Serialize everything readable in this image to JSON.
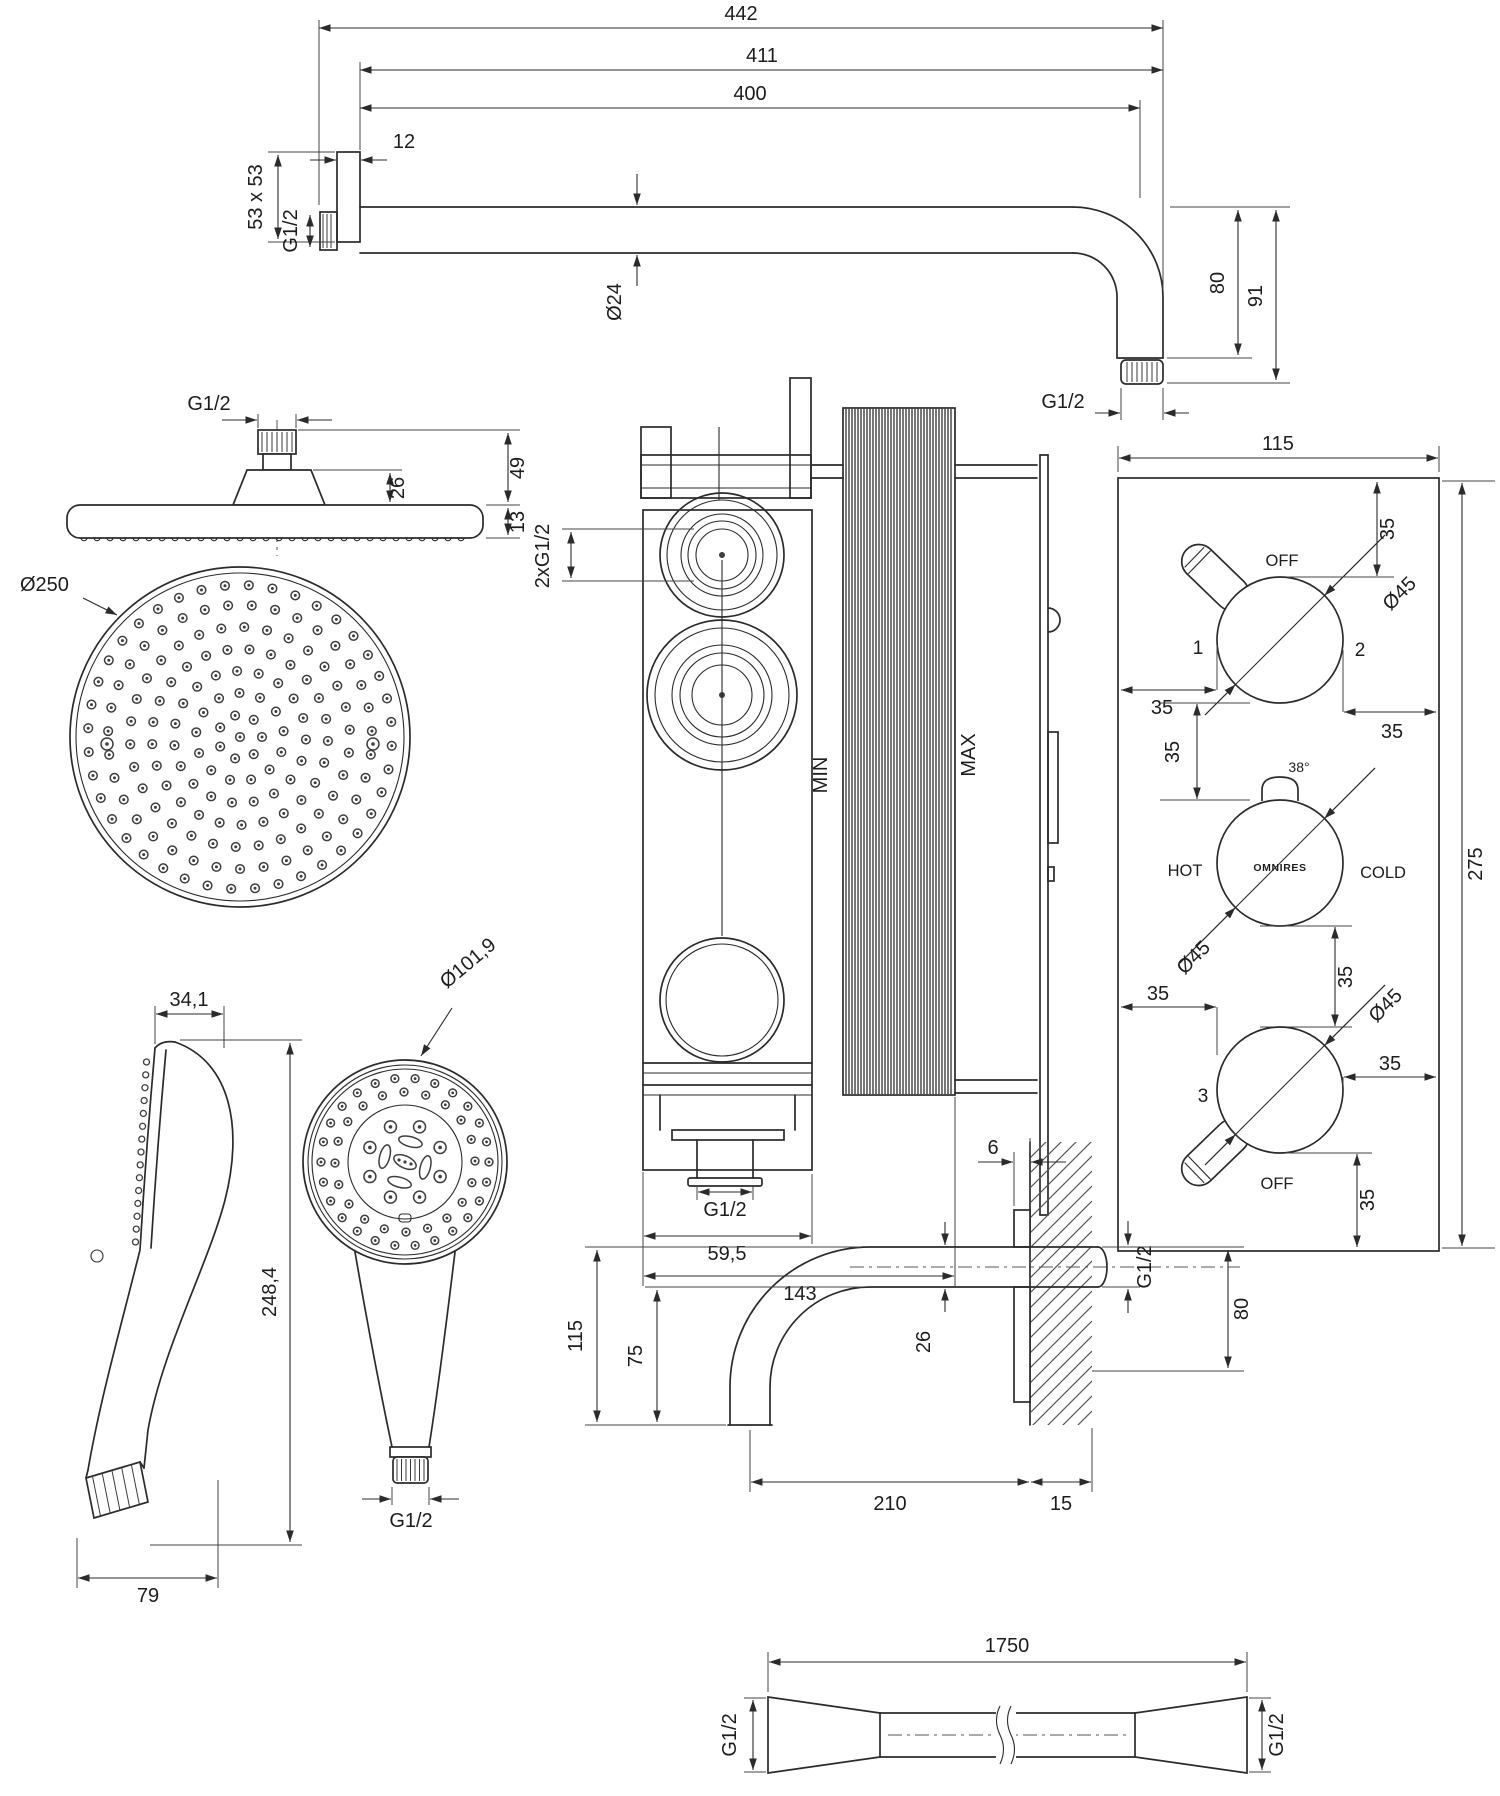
{
  "labels": {
    "arm": {
      "total": "442",
      "upper": "411",
      "len": "400",
      "thk": "12",
      "plate": "53 x 53",
      "inlet": "G1/2",
      "dia": "Ø24",
      "h1": "80",
      "h2": "91",
      "outlet": "G1/2"
    },
    "head_side": {
      "thread": "G1/2",
      "height": "49",
      "cone": "26",
      "disc": "13"
    },
    "head_top": {
      "dia": "Ø250"
    },
    "mixer": {
      "ports": "2xG1/2",
      "min": "MIN",
      "max": "MAX",
      "outlet": "G1/2",
      "width": "59,5",
      "depth": "143"
    },
    "panel": {
      "width": "115",
      "height": "275",
      "knob1": {
        "off": "OFF",
        "n1": "1",
        "n2": "2",
        "dia": "Ø45",
        "d_top": "35",
        "d_left": "35",
        "d_right": "35"
      },
      "gap12": "35",
      "knob2": {
        "angle": "38°",
        "hot": "HOT",
        "cold": "COLD",
        "brand": "OMNIRES",
        "dia": "Ø45"
      },
      "gap23": "35",
      "knob3": {
        "n3": "3",
        "off": "OFF",
        "dia": "Ø45",
        "d_left": "35",
        "d_right": "35",
        "d_bottom": "35"
      }
    },
    "hand_side": {
      "width": "34,1",
      "height": "248,4",
      "depth": "79"
    },
    "hand_face": {
      "dia": "Ø101,9",
      "thread": "G1/2"
    },
    "spout": {
      "plate": "6",
      "height": "115",
      "drop": "75",
      "dia": "26",
      "thread": "G1/2",
      "tail": "80",
      "reach": "210",
      "depth": "15"
    },
    "hose": {
      "length": "1750",
      "left": "G1/2",
      "right": "G1/2"
    }
  }
}
